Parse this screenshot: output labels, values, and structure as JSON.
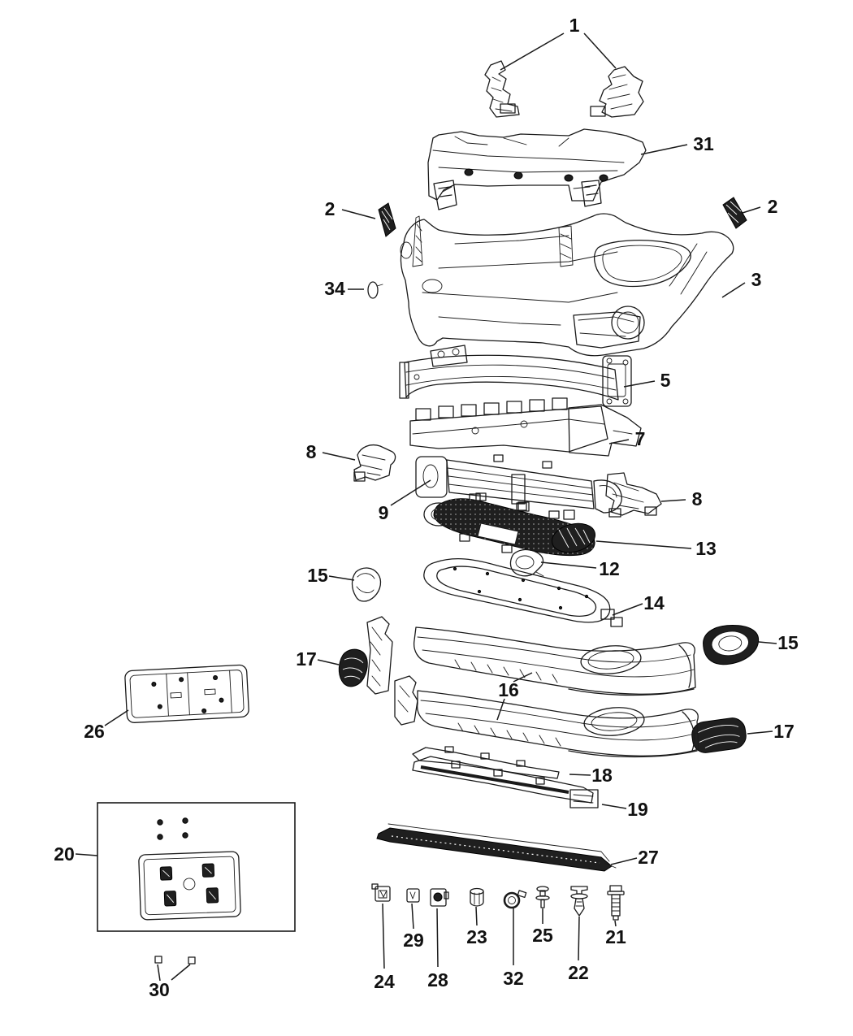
{
  "diagram": {
    "colors": {
      "background": "#ffffff",
      "line": "#1a1a1a",
      "dark_fill": "#1f1f1f"
    },
    "callouts": {
      "c1": "1",
      "c31": "31",
      "c2_left": "2",
      "c2_right": "2",
      "c3": "3",
      "c34": "34",
      "c5": "5",
      "c7": "7",
      "c8_left": "8",
      "c9": "9",
      "c8_right": "8",
      "c13": "13",
      "c12": "12",
      "c15_left": "15",
      "c14": "14",
      "c17_left": "17",
      "c16": "16",
      "c15_right": "15",
      "c26": "26",
      "c17_right": "17",
      "c18": "18",
      "c19": "19",
      "c20": "20",
      "c27": "27",
      "c24": "24",
      "c29": "29",
      "c28": "28",
      "c23": "23",
      "c32": "32",
      "c25": "25",
      "c22": "22",
      "c21": "21",
      "c30": "30"
    }
  }
}
